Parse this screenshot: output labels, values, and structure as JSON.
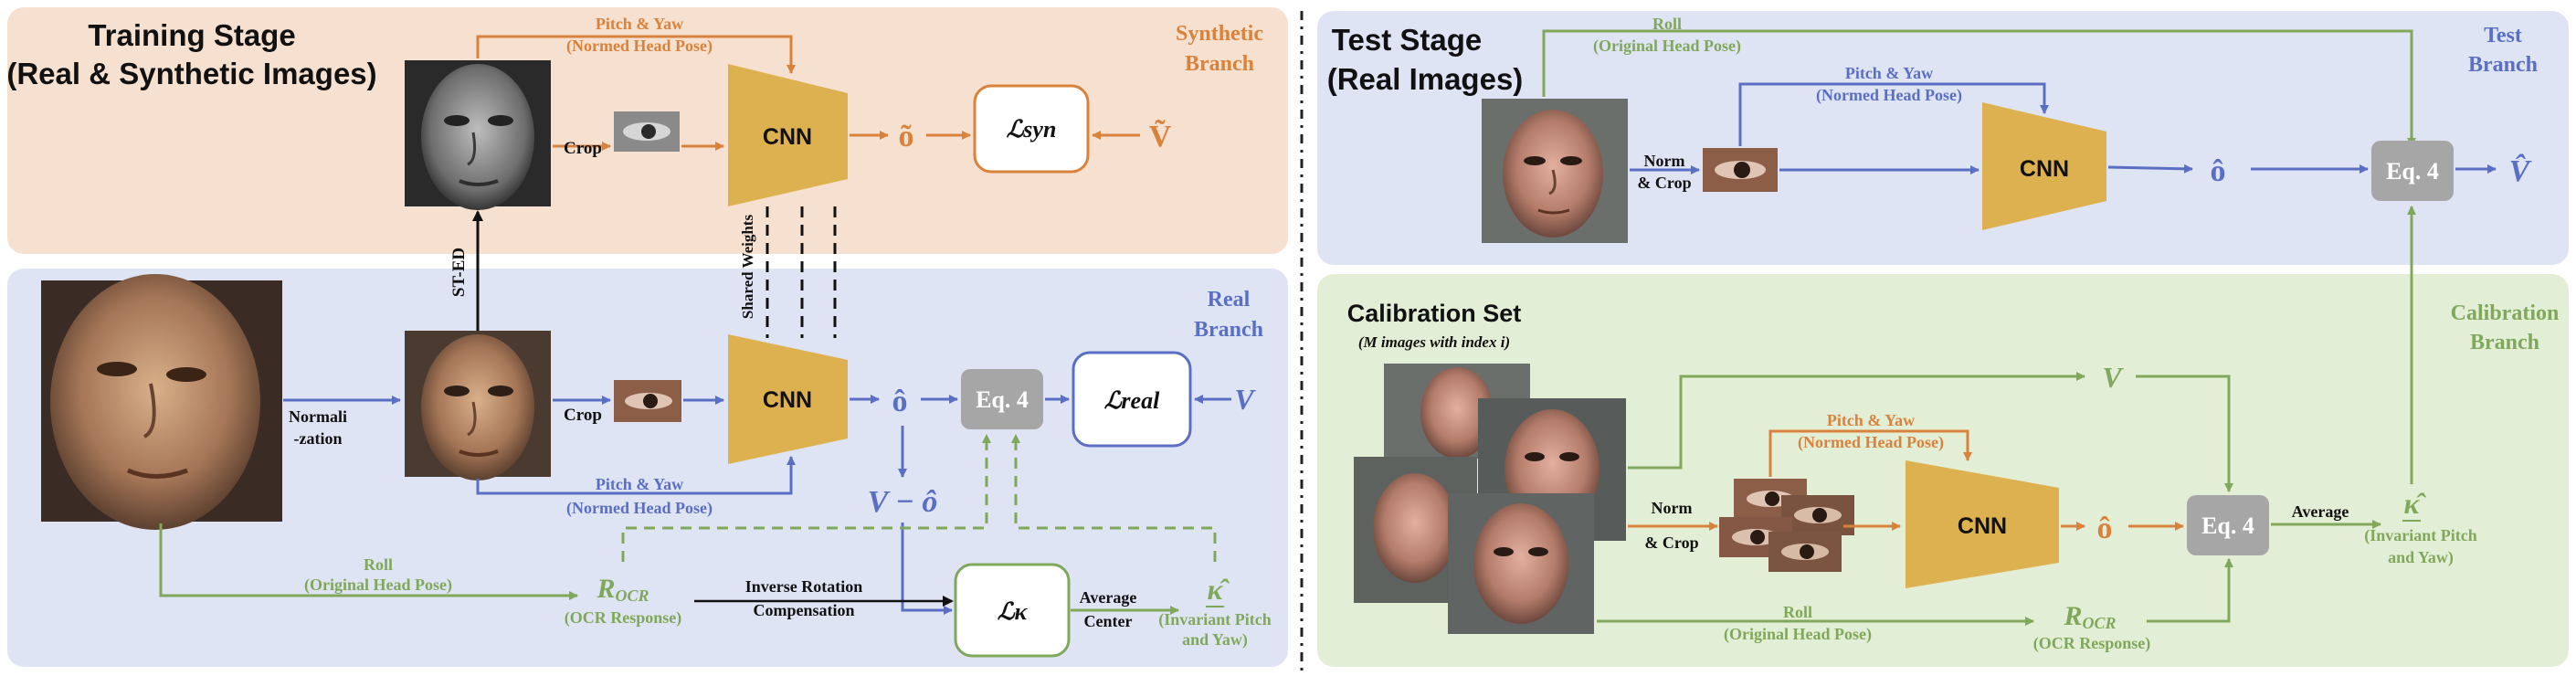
{
  "colors": {
    "orange": "#d9823b",
    "blue": "#5a6fc4",
    "green": "#80a85a",
    "cnn_gold": "#ddb14f",
    "eq_gray": "#a6a6a6",
    "synthetic_bg": "#f6e0d0",
    "real_bg": "#dfe4f4",
    "test_bg": "#dfe4f4",
    "calib_bg": "#e3eed6"
  },
  "left": {
    "title_line1": "Training Stage",
    "title_line2": "(Real & Synthetic Images)",
    "synthetic_branch_line1": "Synthetic",
    "synthetic_branch_line2": "Branch",
    "real_branch_line1": "Real",
    "real_branch_line2": "Branch",
    "pitch_yaw_top": "Pitch & Yaw",
    "normed_head_pose_top": "(Normed Head Pose)",
    "crop_syn": "Crop",
    "cnn_syn": "CNN",
    "o_tilde": "õ",
    "loss_syn": "ℒsyn",
    "v_tilde": "Ṽ",
    "shared_weights": "Shared Weights",
    "st_ed": "ST-ED",
    "normalization_line1": "Normali",
    "normalization_line2": "-zation",
    "crop_real": "Crop",
    "cnn_real": "CNN",
    "o_hat": "ô",
    "eq4": "Eq. 4",
    "loss_real": "ℒreal",
    "v_real": "V",
    "pitch_yaw_bottom": "Pitch & Yaw",
    "normed_head_pose_bottom": "(Normed Head Pose)",
    "v_minus_o": "V − ô",
    "roll": "Roll",
    "original_head_pose": "(Original Head Pose)",
    "r_ocr": "ROCR",
    "ocr_response": "(OCR Response)",
    "inverse_rotation": "Inverse Rotation",
    "compensation": "Compensation",
    "loss_kappa": "ℒκ",
    "average": "Average",
    "center": "Center",
    "kappa_hat": "κ̂",
    "invariant_line1": "(Invariant Pitch",
    "invariant_line2": "and Yaw)"
  },
  "right": {
    "title_line1": "Test Stage",
    "title_line2": "(Real Images)",
    "test_branch_line1": "Test",
    "test_branch_line2": "Branch",
    "roll": "Roll",
    "original_head_pose": "(Original Head Pose)",
    "pitch_yaw": "Pitch & Yaw",
    "normed_head_pose": "(Normed Head Pose)",
    "norm_crop_line1": "Norm",
    "norm_crop_line2": "& Crop",
    "cnn": "CNN",
    "o_hat": "ô",
    "eq4": "Eq. 4",
    "v_hat": "V̂",
    "calibration_title": "Calibration Set",
    "calibration_sub": "(M images with index i)",
    "calib_branch_line1": "Calibration",
    "calib_branch_line2": "Branch",
    "v": "V",
    "pitch_yaw_calib": "Pitch & Yaw",
    "normed_head_pose_calib": "(Normed Head Pose)",
    "norm_crop_calib_line1": "Norm",
    "norm_crop_calib_line2": "& Crop",
    "cnn_calib": "CNN",
    "o_hat_calib": "ô",
    "eq4_calib": "Eq. 4",
    "average": "Average",
    "kappa_hat": "κ̂",
    "invariant_line1": "(Invariant Pitch",
    "invariant_line2": "and Yaw)",
    "roll_calib": "Roll",
    "original_head_pose_calib": "(Original Head Pose)",
    "r_ocr": "ROCR",
    "ocr_response": "(OCR Response)"
  }
}
